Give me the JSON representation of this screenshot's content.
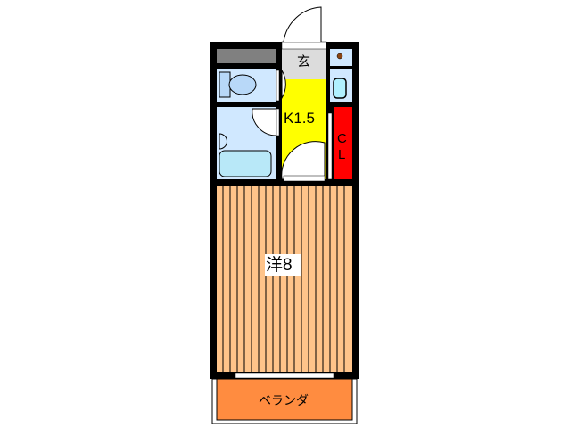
{
  "floorplan": {
    "rooms": {
      "entrance": {
        "label": "玄"
      },
      "kitchen": {
        "label": "K1.5"
      },
      "closet": {
        "label_c": "C",
        "label_l": "L"
      },
      "western_room": {
        "label": "洋8"
      },
      "balcony": {
        "label": "ベランダ"
      }
    },
    "colors": {
      "wall": "#000000",
      "kitchen": "#FFFF00",
      "closet": "#FF0000",
      "western_room": "#FFC48A",
      "balcony": "#FF8C40",
      "wet_area": "#D0E8FF",
      "entrance": "#DCDCDC",
      "shelf": "#808080"
    }
  }
}
